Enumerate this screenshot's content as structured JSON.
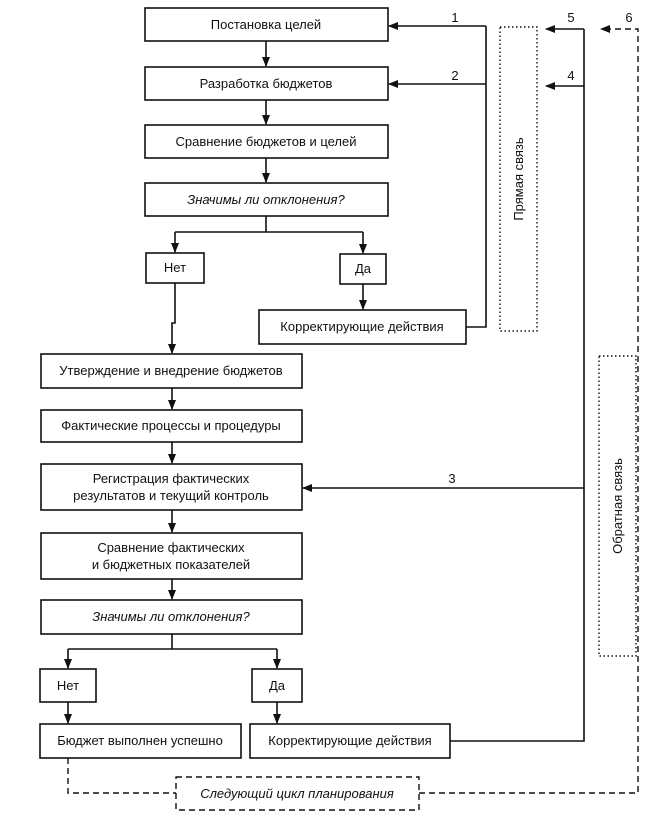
{
  "boxes": {
    "goals": "Постановка целей",
    "budget_dev": "Разработка бюджетов",
    "compare_budgets_goals": "Сравнение бюджетов и целей",
    "question_1": "Значимы ли отклонения?",
    "no_1": "Нет",
    "yes_1": "Да",
    "corrective_1": "Корректирующие действия",
    "approval": "Утверждение и внедрение бюджетов",
    "actual_processes": "Фактические процессы и процедуры",
    "registration_line1": "Регистрация фактических",
    "registration_line2": "результатов и текущий контроль",
    "compare_actual_line1": "Сравнение фактических",
    "compare_actual_line2": "и бюджетных показателей",
    "question_2": "Значимы ли отклонения?",
    "no_2": "Нет",
    "yes_2": "Да",
    "success": "Бюджет выполнен успешно",
    "corrective_2": "Корректирующие действия",
    "next_cycle": "Следующий цикл планирования"
  },
  "side_labels": {
    "direct_link": "Прямая связь",
    "feedback": "Обратная связь"
  },
  "arrow_numbers": {
    "n1": "1",
    "n2": "2",
    "n3": "3",
    "n4": "4",
    "n5": "5",
    "n6": "6"
  }
}
